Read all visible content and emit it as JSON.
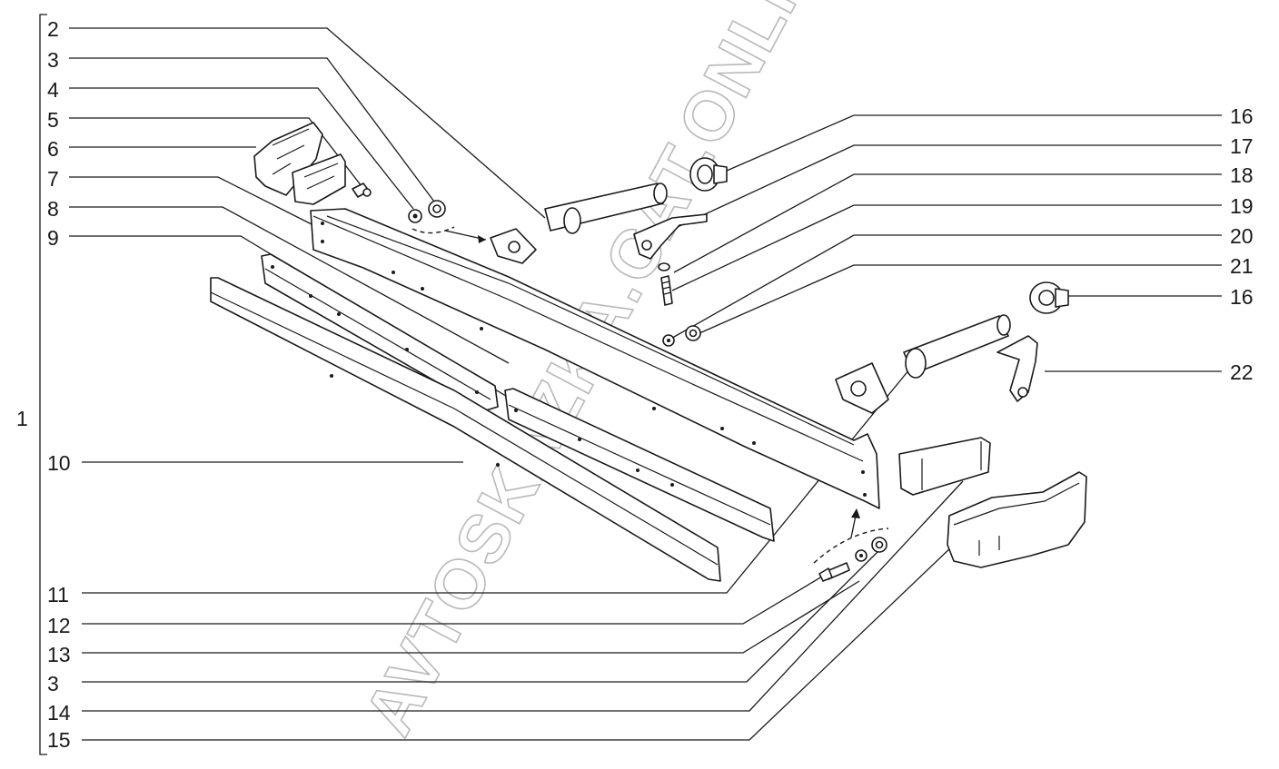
{
  "diagram": {
    "assembly_label": "1",
    "watermark": "AVTOSKAZKA.CAT.ONLINE",
    "left_callouts": [
      {
        "label": "2",
        "target": "bracket-tube-left"
      },
      {
        "label": "3",
        "target": "nut"
      },
      {
        "label": "4",
        "target": "washer"
      },
      {
        "label": "5",
        "target": "screw"
      },
      {
        "label": "6",
        "target": "end-cap-left"
      },
      {
        "label": "7",
        "target": "bumper-beam"
      },
      {
        "label": "8",
        "target": "bumper-beam-upper"
      },
      {
        "label": "9",
        "target": "reinforcement-strip"
      },
      {
        "label": "10",
        "target": "bumper-trim"
      },
      {
        "label": "11",
        "target": "bracket-tube-right"
      },
      {
        "label": "12",
        "target": "bolt"
      },
      {
        "label": "13",
        "target": "washer"
      },
      {
        "label": "3",
        "target": "nut"
      },
      {
        "label": "14",
        "target": "side-bracket-right"
      },
      {
        "label": "15",
        "target": "end-cap-right"
      }
    ],
    "right_callouts": [
      {
        "label": "16",
        "target": "plug"
      },
      {
        "label": "17",
        "target": "mounting-bracket"
      },
      {
        "label": "18",
        "target": "bolt"
      },
      {
        "label": "19",
        "target": "spring-washer"
      },
      {
        "label": "20",
        "target": "washer"
      },
      {
        "label": "21",
        "target": "nut"
      },
      {
        "label": "16",
        "target": "plug"
      },
      {
        "label": "22",
        "target": "mounting-bracket-right"
      }
    ]
  }
}
